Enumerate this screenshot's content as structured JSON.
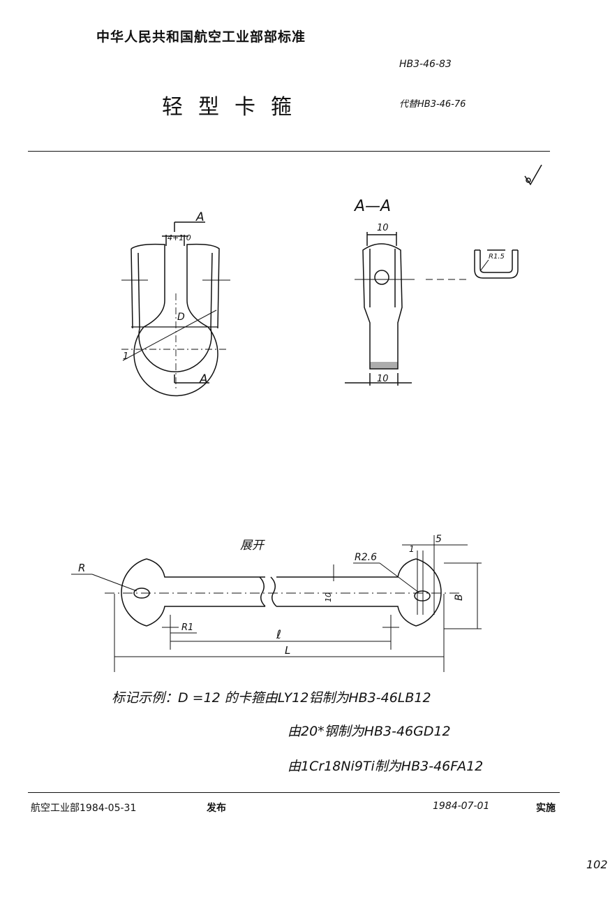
{
  "header": {
    "organization": "中华人民共和国航空工业部部标准",
    "standard_code": "HB3-46-83",
    "title": "轻型卡箍",
    "replaces": "代替HB3-46-76"
  },
  "drawing": {
    "dim_A": "A",
    "dim_slot": "4+1 0",
    "dim_D": "D",
    "dim_1": "1",
    "section_label": "A—A",
    "dim_10_top": "10",
    "dim_10_bottom": "10",
    "dim_R15": "R1.5",
    "unfold_label": "展开",
    "dim_R": "R",
    "dim_R26": "R2.6",
    "dim_5": "5",
    "dim_1b": "1",
    "dim_B": "B",
    "dim_10_mid": "10",
    "dim_R1": "R1",
    "dim_l": "ℓ",
    "dim_L": "L"
  },
  "example": {
    "line1": "标记示例：D =12 的卡箍由LY12铝制为HB3-46LB12",
    "line2": "由20*钢制为HB3-46GD12",
    "line3": "由1Cr18Ni9Ti制为HB3-46FA12"
  },
  "footer": {
    "issuer": "航空工业部1984-05-31",
    "issue_word": "发布",
    "effective_date": "1984-07-01",
    "effective_word": "实施"
  },
  "page_number": "102"
}
